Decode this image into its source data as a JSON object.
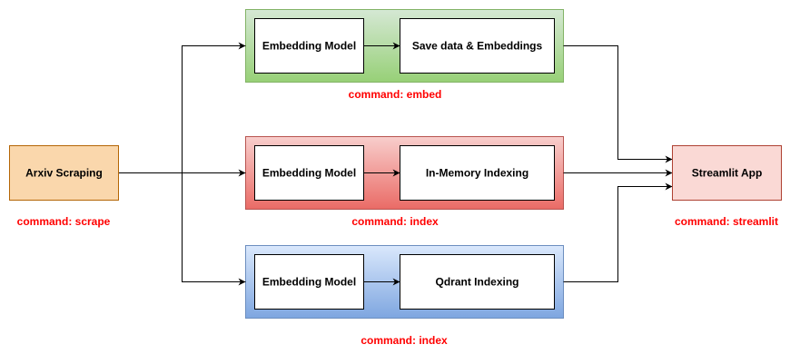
{
  "colors": {
    "command": "#ff0000",
    "scrape_fill": "#fad7ac",
    "scrape_stroke": "#b46504",
    "streamlit_fill": "#fad9d5",
    "streamlit_stroke": "#ae4132",
    "embed_group_top": "#d5e8d4",
    "embed_group_bottom": "#97d077",
    "embed_group_stroke": "#82b366",
    "index_group_top": "#f8cecc",
    "index_group_bottom": "#ea6b66",
    "index_group_stroke": "#b85450",
    "qdrant_group_top": "#dae8fc",
    "qdrant_group_bottom": "#7ea6e0",
    "qdrant_group_stroke": "#6c8ebf"
  },
  "nodes": {
    "arxiv": "Arxiv Scraping",
    "streamlit": "Streamlit App",
    "embed_model": "Embedding Model",
    "save_embeddings": "Save data & Embeddings",
    "index_model": "Embedding Model",
    "memory_indexing": "In-Memory Indexing",
    "qdrant_model": "Embedding Model",
    "qdrant_indexing": "Qdrant Indexing"
  },
  "commands": {
    "scrape": "command: scrape",
    "embed": "command: embed",
    "index_memory": "command: index",
    "index_qdrant": "command: index",
    "streamlit": "command: streamlit"
  }
}
